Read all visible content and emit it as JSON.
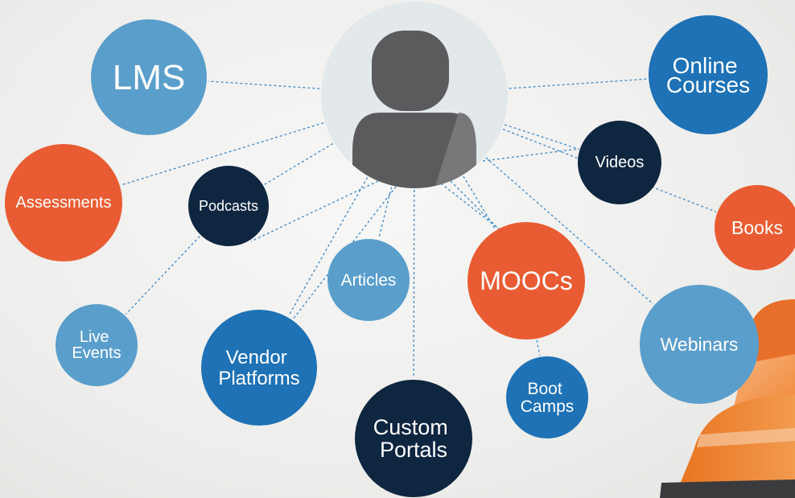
{
  "colors": {
    "light_blue": "#5a9ecb",
    "mid_blue": "#1e72b5",
    "navy": "#0f2640",
    "orange": "#e95c33",
    "hub_background": "#e3e8ea",
    "person": "#5b5b5d",
    "connector": "#4a90c8"
  },
  "hub": {
    "icon": "person-icon"
  },
  "nodes": [
    {
      "id": "lms",
      "label": [
        "LMS"
      ],
      "color": "light_blue"
    },
    {
      "id": "online-courses",
      "label": [
        "Online",
        "Courses"
      ],
      "color": "mid_blue"
    },
    {
      "id": "assessments",
      "label": [
        "Assessments"
      ],
      "color": "orange"
    },
    {
      "id": "podcasts",
      "label": [
        "Podcasts"
      ],
      "color": "navy"
    },
    {
      "id": "videos",
      "label": [
        "Videos"
      ],
      "color": "navy"
    },
    {
      "id": "books",
      "label": [
        "Books"
      ],
      "color": "orange"
    },
    {
      "id": "articles",
      "label": [
        "Articles"
      ],
      "color": "light_blue"
    },
    {
      "id": "moocs",
      "label": [
        "MOOCs"
      ],
      "color": "orange"
    },
    {
      "id": "live-events",
      "label": [
        "Live",
        "Events"
      ],
      "color": "light_blue"
    },
    {
      "id": "vendor-platforms",
      "label": [
        "Vendor",
        "Platforms"
      ],
      "color": "mid_blue"
    },
    {
      "id": "webinars",
      "label": [
        "Webinars"
      ],
      "color": "light_blue"
    },
    {
      "id": "boot-camps",
      "label": [
        "Boot",
        "Camps"
      ],
      "color": "mid_blue"
    },
    {
      "id": "custom-portals",
      "label": [
        "Custom",
        "Portals"
      ],
      "color": "navy"
    }
  ],
  "connections": [
    [
      "hub",
      "lms"
    ],
    [
      "hub",
      "online-courses"
    ],
    [
      "hub",
      "assessments"
    ],
    [
      "hub",
      "podcasts"
    ],
    [
      "hub",
      "videos"
    ],
    [
      "hub",
      "books"
    ],
    [
      "hub",
      "articles"
    ],
    [
      "hub",
      "moocs"
    ],
    [
      "hub",
      "vendor-platforms"
    ],
    [
      "hub",
      "webinars"
    ],
    [
      "hub",
      "custom-portals"
    ],
    [
      "podcasts",
      "live-events"
    ],
    [
      "moocs",
      "boot-camps"
    ]
  ]
}
